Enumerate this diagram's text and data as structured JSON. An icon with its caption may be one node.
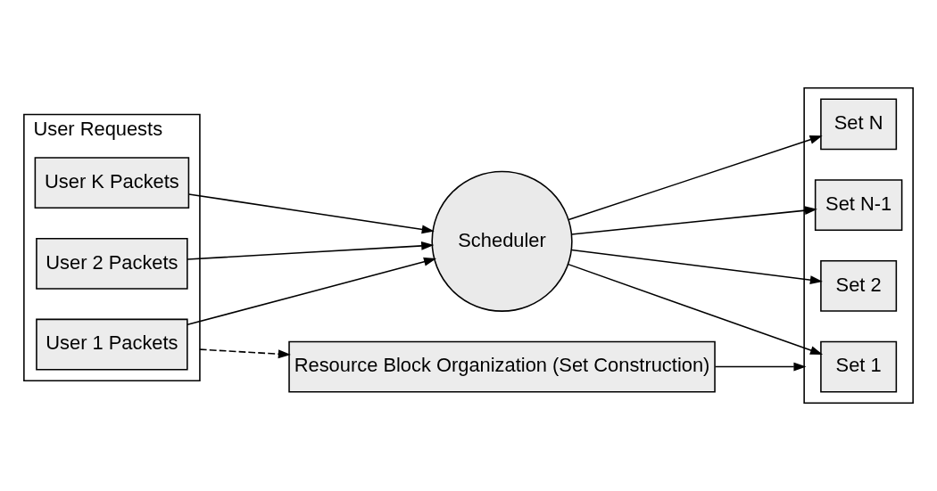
{
  "diagram": {
    "nodes": [
      {
        "text": [
          "User Requests"
        ]
      },
      {
        "text": [
          "User 1 Packets"
        ],
        "in": 0
      },
      {
        "text": [
          "User 2 Packets"
        ],
        "in": 0
      },
      {
        "text": [
          "User K Packets"
        ],
        "in": 0
      },
      {
        "text": [
          "Scheduler"
        ]
      },
      {
        "text": [
          "Resource Block Organization (Set Construction)"
        ]
      },
      {
        "text": [],
        "shape": "box"
      },
      {
        "text": [
          "Set 1"
        ],
        "in": 6
      },
      {
        "text": [
          "Set 2"
        ],
        "in": 6
      },
      {
        "text": [
          "Set N-1"
        ],
        "in": 6
      },
      {
        "text": [
          "Set N"
        ],
        "in": 6
      }
    ],
    "edges": [
      {
        "from": 0,
        "to": 5,
        "arrow": "to",
        "style": "dashed"
      },
      {
        "from": 5,
        "to": 6,
        "arrow": "to"
      },
      {
        "from": 1,
        "to": 4,
        "arrow": "to"
      },
      {
        "from": 2,
        "to": 4,
        "arrow": "to"
      },
      {
        "from": 3,
        "to": 4,
        "arrow": "to"
      },
      {
        "from": 4,
        "to": 7,
        "arrow": "to"
      },
      {
        "from": 4,
        "to": 8,
        "arrow": "to"
      },
      {
        "from": 4,
        "to": 9,
        "arrow": "to"
      },
      {
        "from": 4,
        "to": 10,
        "arrow": "to"
      }
    ]
  }
}
